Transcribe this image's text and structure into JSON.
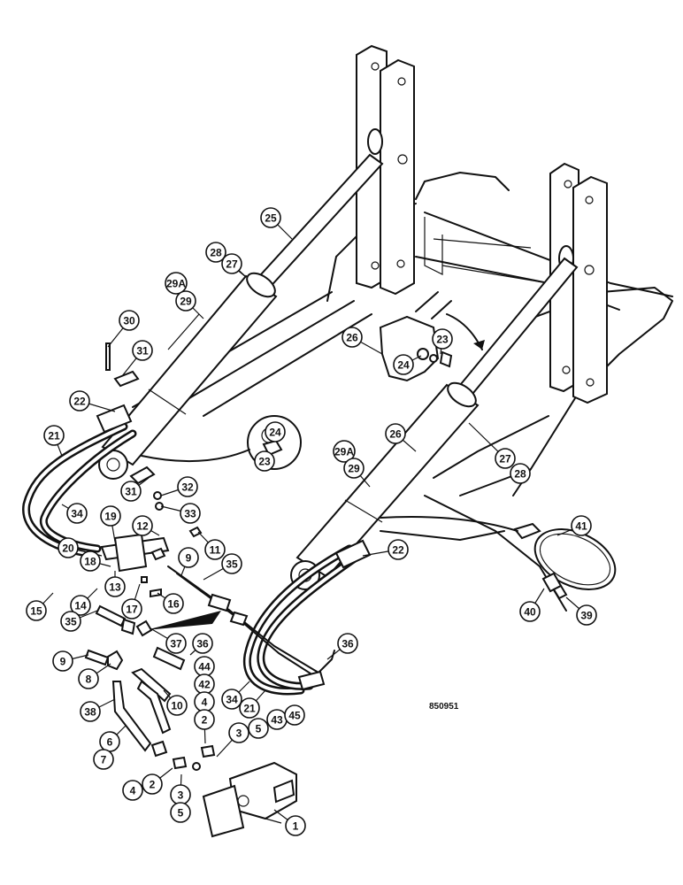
{
  "diagram": {
    "document_id": "850951",
    "callouts": [
      {
        "id": "c-25",
        "label": "25"
      },
      {
        "id": "c-28a",
        "label": "28"
      },
      {
        "id": "c-27a",
        "label": "27"
      },
      {
        "id": "c-29Aa",
        "label": "29A"
      },
      {
        "id": "c-29a",
        "label": "29"
      },
      {
        "id": "c-30",
        "label": "30"
      },
      {
        "id": "c-31a",
        "label": "31"
      },
      {
        "id": "c-22a",
        "label": "22"
      },
      {
        "id": "c-21a",
        "label": "21"
      },
      {
        "id": "c-24a",
        "label": "24"
      },
      {
        "id": "c-23a",
        "label": "23"
      },
      {
        "id": "c-26a",
        "label": "26"
      },
      {
        "id": "c-23b",
        "label": "23"
      },
      {
        "id": "c-24b",
        "label": "24"
      },
      {
        "id": "c-26b",
        "label": "26"
      },
      {
        "id": "c-29Ab",
        "label": "29A"
      },
      {
        "id": "c-29b",
        "label": "29"
      },
      {
        "id": "c-27b",
        "label": "27"
      },
      {
        "id": "c-28b",
        "label": "28"
      },
      {
        "id": "c-31b",
        "label": "31"
      },
      {
        "id": "c-32",
        "label": "32"
      },
      {
        "id": "c-33",
        "label": "33"
      },
      {
        "id": "c-34a",
        "label": "34"
      },
      {
        "id": "c-19",
        "label": "19"
      },
      {
        "id": "c-12",
        "label": "12"
      },
      {
        "id": "c-11",
        "label": "11"
      },
      {
        "id": "c-9a",
        "label": "9"
      },
      {
        "id": "c-35a",
        "label": "35"
      },
      {
        "id": "c-22b",
        "label": "22"
      },
      {
        "id": "c-41",
        "label": "41"
      },
      {
        "id": "c-20",
        "label": "20"
      },
      {
        "id": "c-18",
        "label": "18"
      },
      {
        "id": "c-13",
        "label": "13"
      },
      {
        "id": "c-15",
        "label": "15"
      },
      {
        "id": "c-14",
        "label": "14"
      },
      {
        "id": "c-17",
        "label": "17"
      },
      {
        "id": "c-16",
        "label": "16"
      },
      {
        "id": "c-40",
        "label": "40"
      },
      {
        "id": "c-39",
        "label": "39"
      },
      {
        "id": "c-35b",
        "label": "35"
      },
      {
        "id": "c-37",
        "label": "37"
      },
      {
        "id": "c-36a",
        "label": "36"
      },
      {
        "id": "c-36b",
        "label": "36"
      },
      {
        "id": "c-9b",
        "label": "9"
      },
      {
        "id": "c-44",
        "label": "44"
      },
      {
        "id": "c-42",
        "label": "42"
      },
      {
        "id": "c-8",
        "label": "8"
      },
      {
        "id": "c-4a",
        "label": "4"
      },
      {
        "id": "c-2a",
        "label": "2"
      },
      {
        "id": "c-10",
        "label": "10"
      },
      {
        "id": "c-34b",
        "label": "34"
      },
      {
        "id": "c-21b",
        "label": "21"
      },
      {
        "id": "c-38",
        "label": "38"
      },
      {
        "id": "c-43",
        "label": "43"
      },
      {
        "id": "c-45",
        "label": "45"
      },
      {
        "id": "c-5a",
        "label": "5"
      },
      {
        "id": "c-3a",
        "label": "3"
      },
      {
        "id": "c-6",
        "label": "6"
      },
      {
        "id": "c-7",
        "label": "7"
      },
      {
        "id": "c-4b",
        "label": "4"
      },
      {
        "id": "c-2b",
        "label": "2"
      },
      {
        "id": "c-3b",
        "label": "3"
      },
      {
        "id": "c-5b",
        "label": "5"
      },
      {
        "id": "c-1",
        "label": "1"
      }
    ]
  }
}
